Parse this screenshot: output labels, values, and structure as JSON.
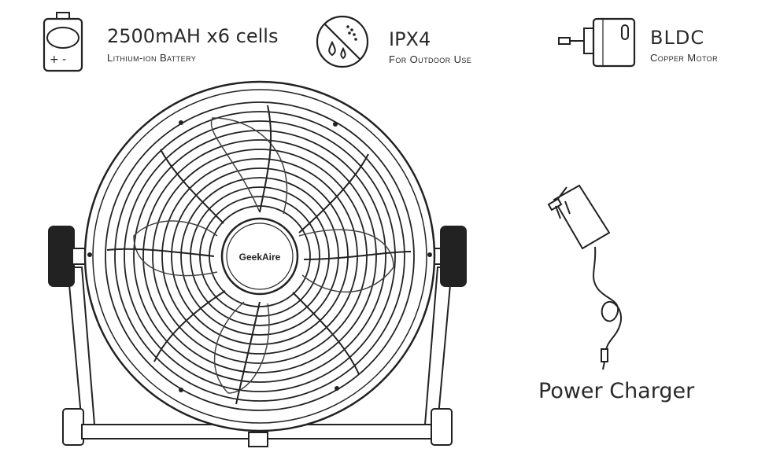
{
  "features": [
    {
      "icon": "battery-icon",
      "title": "2500mAH x6 cells",
      "subtitle": "Lithium-ion Battery"
    },
    {
      "icon": "no-water-icon",
      "title": "IPX4",
      "subtitle": "For Outdoor Use"
    },
    {
      "icon": "motor-icon",
      "title": "BLDC",
      "subtitle": "Copper Motor"
    }
  ],
  "fan": {
    "logo_text": "GeekAire"
  },
  "charger": {
    "label": "Power Charger"
  }
}
